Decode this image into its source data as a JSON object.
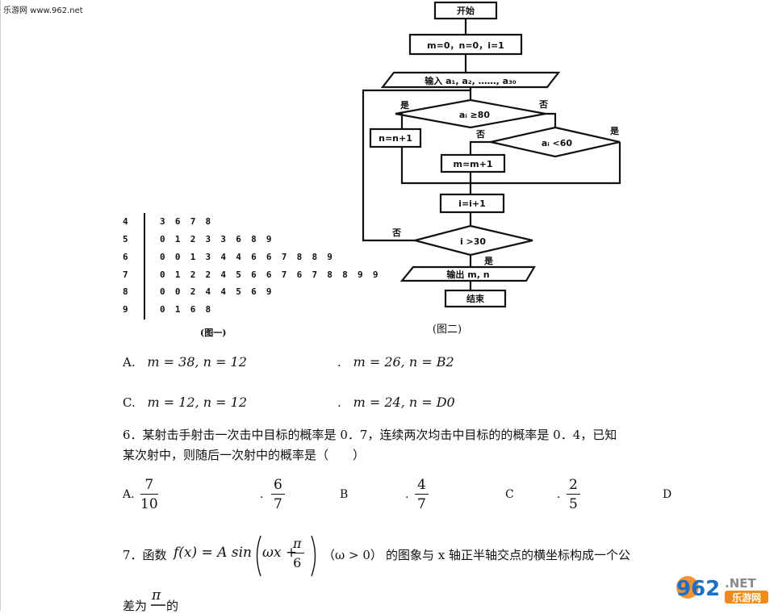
{
  "watermark_text": "乐游网 www.962.net",
  "flowchart": {
    "start": "开始",
    "init": "m=0，n=0，i=1",
    "input": "输入 a₁, a₂, ……, a₃₀",
    "cond1": "aᵢ ≥80",
    "cond2": "aᵢ <60",
    "n_update": "n=n+1",
    "m_update": "m=m+1",
    "i_update": "i=i+1",
    "cond3": "i >30",
    "output": "输出 m, n",
    "end": "结束",
    "yes": "是",
    "no": "否",
    "caption": "(图二)"
  },
  "stem_leaf": {
    "rows": [
      {
        "stem": "4",
        "leaves": "3 6 7 8"
      },
      {
        "stem": "5",
        "leaves": "0 1 2 3 3 6 8 9"
      },
      {
        "stem": "6",
        "leaves": "0 0 1 3 4 4 6 6 7 8 8 9"
      },
      {
        "stem": "7",
        "leaves": "0 1 2 2 4 5 6 6 7 6 7 8 8 9 9"
      },
      {
        "stem": "8",
        "leaves": "0 0 2 4 4 5 6 9"
      },
      {
        "stem": "9",
        "leaves": "0 1 6 8"
      }
    ],
    "caption": "(图一)"
  },
  "q5": {
    "a_label": "A.",
    "a_math": "m = 38, n = 12",
    "b_dot": ".",
    "b_math": "m = 26, n = B2",
    "c_label": "C.",
    "c_math": "m = 12, n = 12",
    "d_dot": ".",
    "d_math": "m = 24, n = D0"
  },
  "q6": {
    "line1": "6．某射击手射击一次击中目标的概率是 0．7，连续两次均击中目标的的概率是 0．4，已知",
    "line2": "某次射中，则随后一次射中的概率是（　　）",
    "a_label": "A.",
    "opt1_num": "7",
    "opt1_den": "10",
    "dot1": ".",
    "opt2_num": "6",
    "opt2_den": "7",
    "b_label": "B",
    "dot2": ".",
    "opt3_num": "4",
    "opt3_den": "7",
    "c_label": "C",
    "dot3": ".",
    "opt4_num": "2",
    "opt4_den": "5",
    "d_label": "D"
  },
  "q7": {
    "prefix": "7．函数",
    "func": "f(x) = A sin",
    "arg_left": "ωx +",
    "pi_num": "π",
    "pi_den": "6",
    "cond": "（ω > 0）",
    "rest": "的图象与 x 轴正半轴交点的横坐标构成一个公",
    "line2_a": "差为",
    "line2_pi": "π",
    "line2_b": "的"
  },
  "logo": {
    "num": "962",
    "net": ".NET",
    "cn": "乐游网",
    "colors": {
      "blue": "#1b6fc9",
      "orange": "#f28a1a",
      "gray": "#8a8a8a"
    }
  }
}
